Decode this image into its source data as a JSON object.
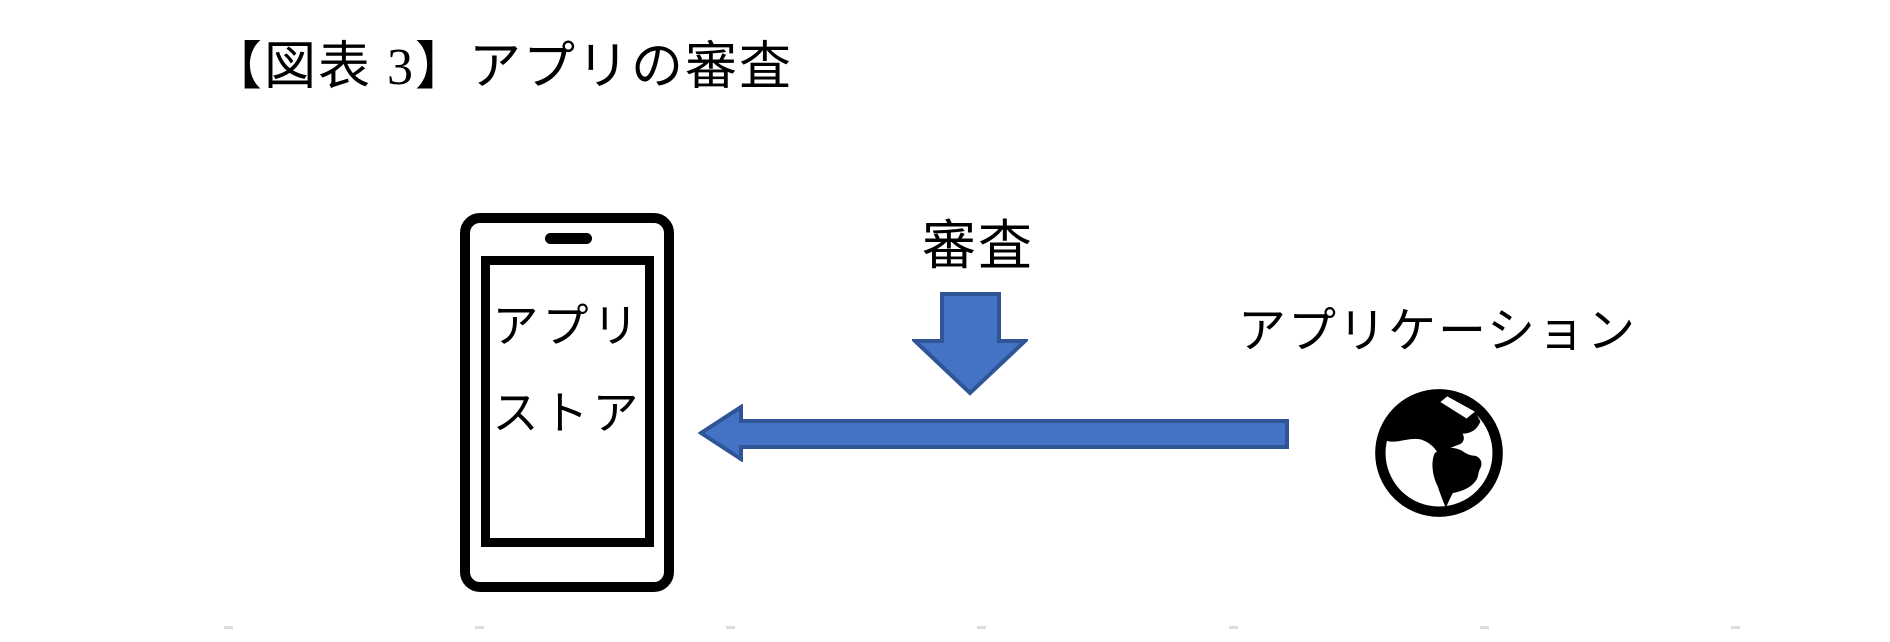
{
  "figure": {
    "title": "【図表 3】アプリの審査"
  },
  "phone": {
    "screen_line1": "アプリ",
    "screen_line2": "ストア"
  },
  "review": {
    "label": "審査"
  },
  "application": {
    "label": "アプリケーション"
  },
  "icons": {
    "review_arrow": "down-arrow-icon",
    "delivery_arrow": "left-arrow-icon",
    "application_icon": "globe-americas-icon"
  },
  "colors": {
    "arrow_fill": "#4472C4",
    "arrow_stroke": "#2F5597",
    "ink": "#000000",
    "background": "#ffffff"
  }
}
